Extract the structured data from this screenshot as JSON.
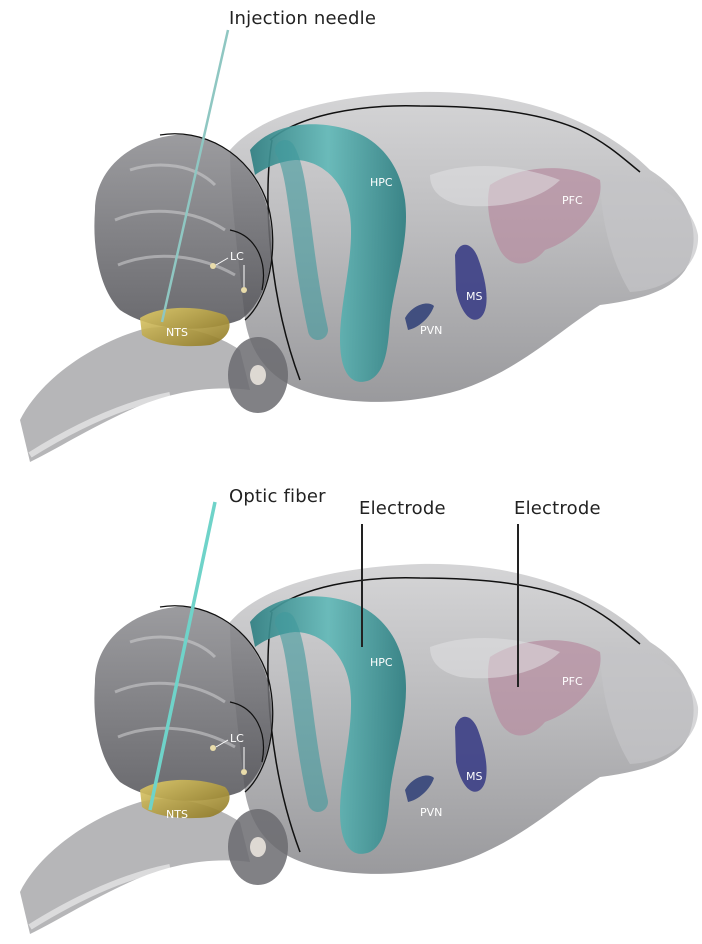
{
  "panels": [
    {
      "callouts": {
        "needle": "Injection needle"
      },
      "regions": {
        "hpc": "HPC",
        "pfc": "PFC",
        "lc": "LC",
        "ms": "MS",
        "pvn": "PVN",
        "nts": "NTS"
      }
    },
    {
      "callouts": {
        "fiber": "Optic fiber",
        "electrode_hpc": "Electrode",
        "electrode_pfc": "Electrode"
      },
      "regions": {
        "hpc": "HPC",
        "pfc": "PFC",
        "lc": "LC",
        "ms": "MS",
        "pvn": "PVN",
        "nts": "NTS"
      }
    }
  ],
  "colors": {
    "brain_tissue": "#9a9a9c",
    "hpc": "#3f9a9c",
    "pfc": "#b78ba0",
    "ms": "#3c3f86",
    "pvn": "#35457a",
    "nts": "#b8a036",
    "needle": "#8fc7c2",
    "fiber": "#6fd3c9",
    "electrode": "#222222"
  }
}
